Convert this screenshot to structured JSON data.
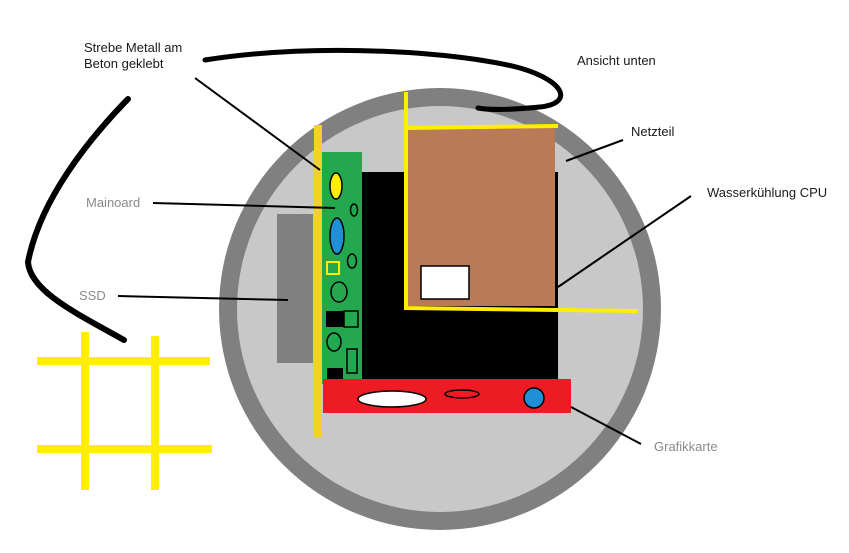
{
  "labels": {
    "strebe_line1": "Strebe Metall am",
    "strebe_line2": "Beton geklebt",
    "ansicht": "Ansicht unten",
    "netzteil": "Netzteil",
    "wasserkuehlung": "Wasserkühlung CPU",
    "mainboard": "Mainoard",
    "ssd": "SSD",
    "grafikkarte": "Grafikkarte"
  },
  "colors": {
    "outer_ring": "#808080",
    "inner_disc": "#c8c8c8",
    "strut_yellow": "#f3d12a",
    "bright_yellow": "#ffee00",
    "motherboard": "#23a84f",
    "psu": "#b97a57",
    "ssd": "#808080",
    "gpu": "#ed1c24",
    "gpu_fan": "#1f8fd6",
    "cable": "#000000"
  }
}
